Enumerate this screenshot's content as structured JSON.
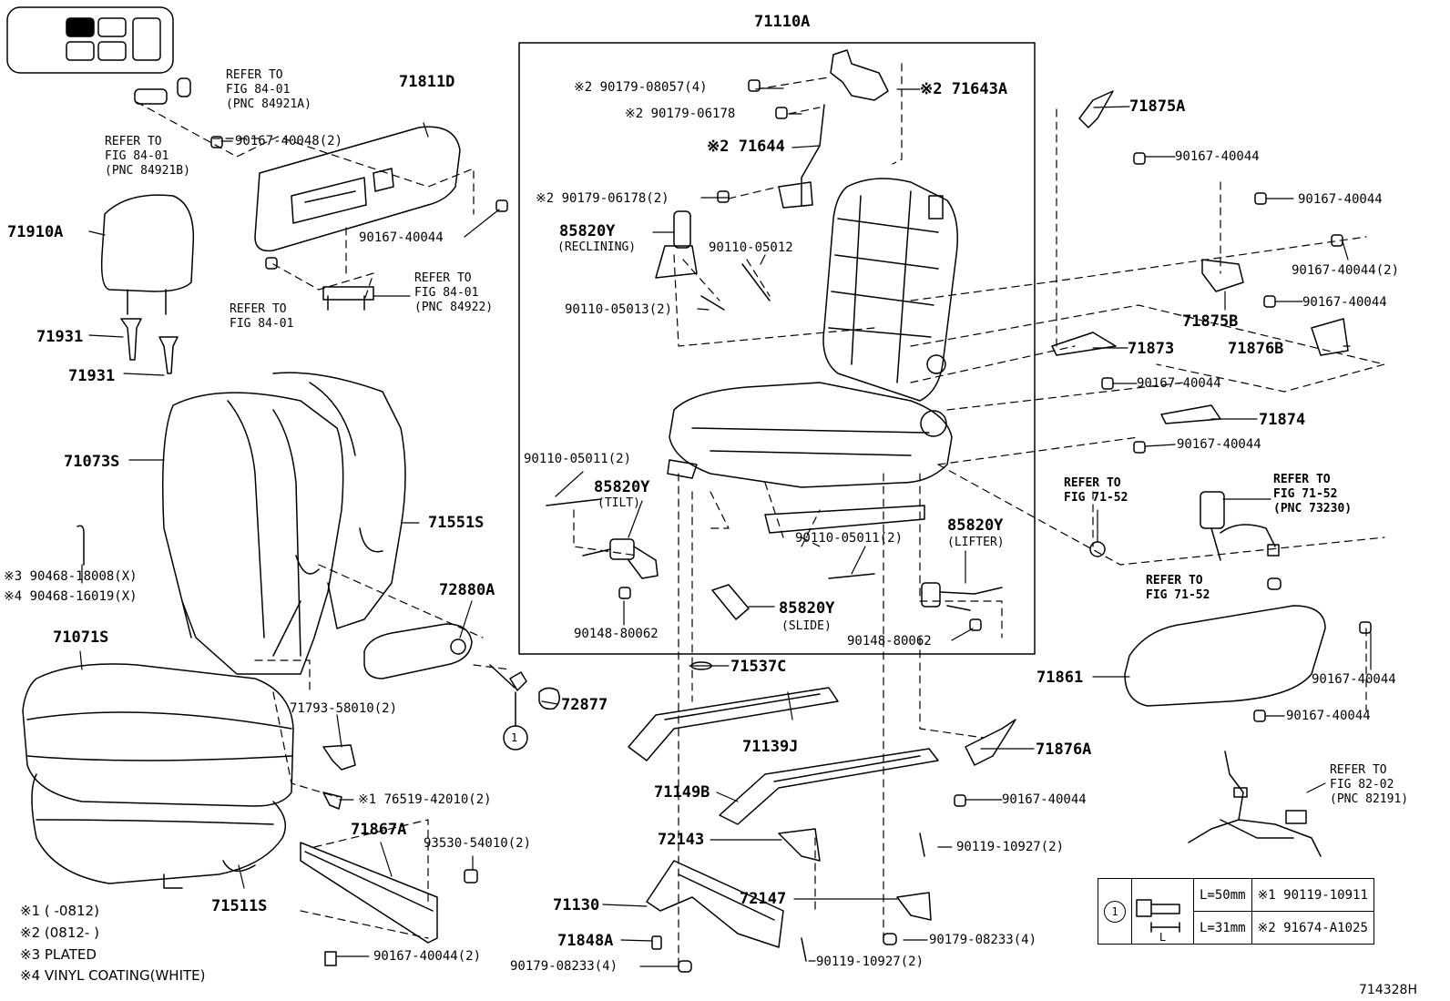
{
  "parts": {
    "p71110A": "71110A",
    "p71811D": "71811D",
    "p71910A": "71910A",
    "p71931a": "71931",
    "p71931b": "71931",
    "p71073S": "71073S",
    "p71551S": "71551S",
    "p72880A": "72880A",
    "p72877": "72877",
    "p71071S": "71071S",
    "p71511S": "71511S",
    "p71867A": "71867A",
    "p71793": "71793-58010(2)",
    "p76519": "※1 76519-42010(2)",
    "p93530": "93530-54010(2)",
    "p90167_40044_2": "90167-40044(2)",
    "p90468a": "※3 90468-18008(X)",
    "p90468b": "※4 90468-16019(X)",
    "p90167_40048": "90167-40048(2)",
    "p90167_40044_top": "90167-40044",
    "p90179_08057": "※2 90179-08057(4)",
    "p90179_06178a": "※2 90179-06178",
    "p71644": "※2 71644",
    "p90179_06178b": "※2 90179-06178(2)",
    "p71643A": "※2 71643A",
    "p85820Y_a": "85820Y",
    "p85820Y_a_sub": "(RECLINING)",
    "p90110_05012": "90110-05012",
    "p90110_05013": "90110-05013(2)",
    "p90110_05011a": "90110-05011(2)",
    "p85820Y_b": "85820Y",
    "p85820Y_b_sub": "(TILT)",
    "p90148_80062a": "90148-80062",
    "p85820Y_c": "85820Y",
    "p85820Y_c_sub": "(SLIDE)",
    "p90110_05011b": "90110-05011(2)",
    "p85820Y_d": "85820Y",
    "p85820Y_d_sub": "(LIFTER)",
    "p90148_80062b": "90148-80062",
    "p71537C": "71537C",
    "p71139J": "71139J",
    "p71149B": "71149B",
    "p72143": "72143",
    "p72147": "72147",
    "p71130": "71130",
    "p71848A": "71848A",
    "p90179_08233a": "90179-08233(4)",
    "p90119_10927a": "90119-10927(2)",
    "p90179_08233b": "90179-08233(4)",
    "p90119_10927b": "90119-10927(2)",
    "p71876A": "71876A",
    "p90167_40044_r6": "90167-40044",
    "p71875A": "71875A",
    "p90167_40044_r1": "90167-40044",
    "p90167_40044_r2": "90167-40044",
    "p90167_40044_r3": "90167-40044(2)",
    "p90167_40044_r4": "90167-40044",
    "p71875B": "71875B",
    "p71876B": "71876B",
    "p71873": "71873",
    "p90167_40044_r5": "90167-40044",
    "p71874": "71874",
    "p90167_40044_r7": "90167-40044",
    "p71861": "71861",
    "p90167_40044_r8": "90167-40044",
    "p90167_40044_r9": "90167-40044"
  },
  "refs": {
    "r1_line1": "REFER TO",
    "r1_line2": "FIG 84-01",
    "r1_line3": "(PNC 84921A)",
    "r2_line1": "REFER TO",
    "r2_line2": "FIG 84-01",
    "r2_line3": "(PNC 84921B)",
    "r3_line1": "REFER TO",
    "r3_line2": "FIG 84-01",
    "r3_line3": "(PNC 84922)",
    "r4_line1": "REFER TO",
    "r4_line2": "FIG 84-01",
    "r5_line1": "REFER TO",
    "r5_line2": "FIG 71-52",
    "r6_line1": "REFER TO",
    "r6_line2": "FIG 71-52",
    "r6_line3": "(PNC 73230)",
    "r7_line1": "REFER TO",
    "r7_line2": "FIG 71-52",
    "r8_line1": "REFER TO",
    "r8_line2": "FIG 82-02",
    "r8_line3": "(PNC 82191)"
  },
  "notes": {
    "n1": "※1 (      -0812)",
    "n2": "※2 (0812-      )",
    "n3": "※3 PLATED",
    "n4": "※4 VINYL COATING(WHITE)"
  },
  "legend": {
    "callout": "1",
    "circle_label": "1",
    "dim": "L",
    "row1_len": "L=50mm",
    "row1_part": "※1 90119-10911",
    "row2_len": "L=31mm",
    "row2_part": "※2 91674-A1025"
  },
  "figure_id": "714328H"
}
